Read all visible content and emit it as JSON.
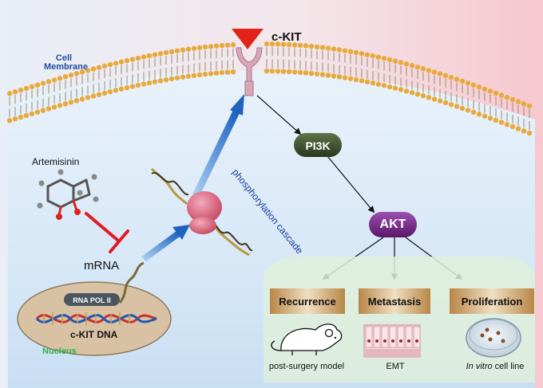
{
  "membrane": {
    "label_line1": "Cell",
    "label_line2": "Membrane"
  },
  "receptor": {
    "label": "c-KIT"
  },
  "drug": {
    "label": "Artemisinin"
  },
  "mrna": {
    "label": "mRNA"
  },
  "nucleus": {
    "label": "Nucleus",
    "polymerase_label": "RNA POL II",
    "dna_label": "c-KIT DNA"
  },
  "pathway": {
    "cascade_label": "phosphorylation cascade",
    "pi3k_label": "PI3K",
    "akt_label": "AKT"
  },
  "outcomes": [
    {
      "label": "Recurrence",
      "model_label": "post-surgery model"
    },
    {
      "label": "Metastasis",
      "model_label": "EMT"
    },
    {
      "label": "Proliferation",
      "model_italic": "In vitro",
      "model_label": " cell line"
    }
  ],
  "colors": {
    "membrane_head": "#e8a93c",
    "inhibition": "#e21a23",
    "ligand": "#e2231a",
    "receptor": "#d9a6b8",
    "pi3k": "#3a4a2e",
    "akt": "#6a1f7a",
    "box": "#c89a5e",
    "arrow_blue": "#2a6fc4",
    "nucleus": "#d8c2a3"
  }
}
